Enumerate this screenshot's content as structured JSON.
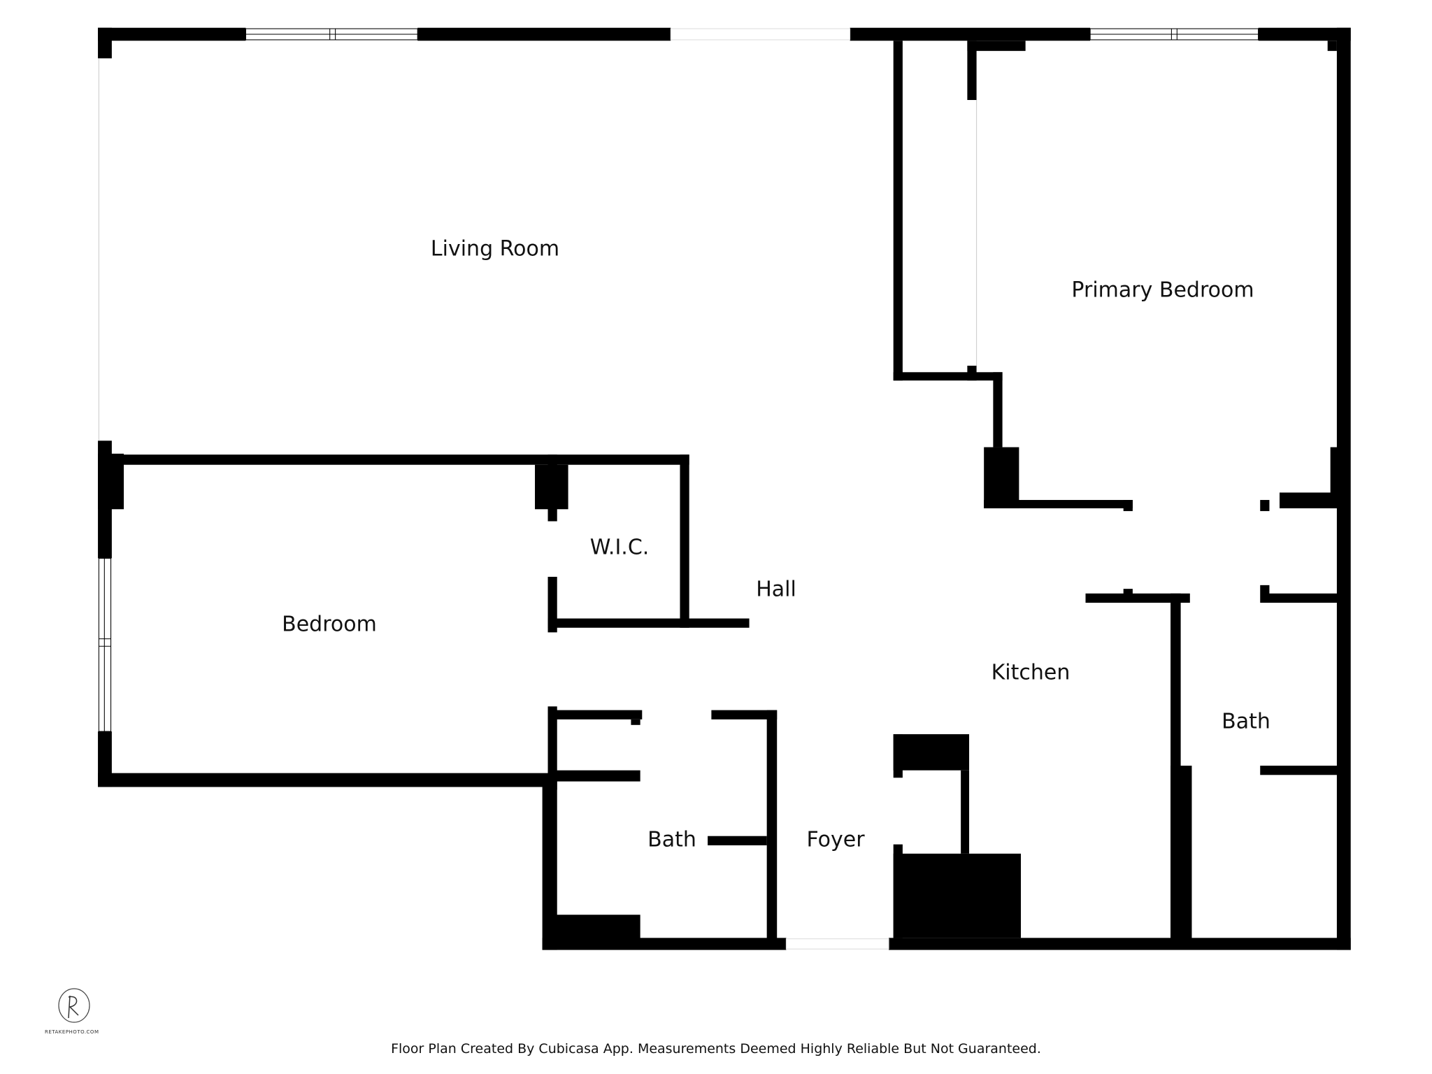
{
  "rooms": {
    "living_room": "Living Room",
    "primary_bedroom": "Primary Bedroom",
    "bedroom": "Bedroom",
    "wic": "W.I.C.",
    "hall": "Hall",
    "kitchen": "Kitchen",
    "bath_right": "Bath",
    "bath_left": "Bath",
    "foyer": "Foyer"
  },
  "footer": "Floor Plan Created By Cubicasa App. Measurements Deemed Highly Reliable But Not Guaranteed.",
  "logo": {
    "text": "RETAKEPHOTO.COM"
  },
  "colors": {
    "wall": "#000000",
    "background": "#ffffff"
  }
}
